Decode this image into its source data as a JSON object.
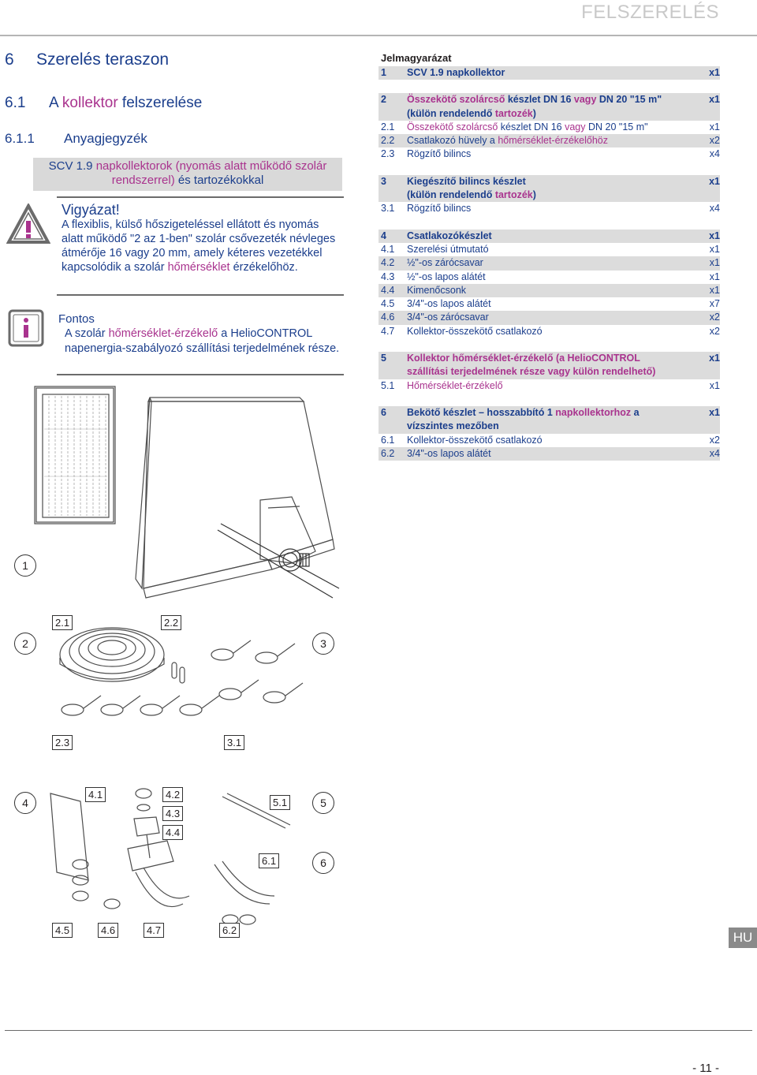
{
  "header": {
    "title": "FELSZERELÉS"
  },
  "section": {
    "num": "6",
    "title": "Szerelés teraszon"
  },
  "subsection": {
    "num": "6.1",
    "title_a": "A ",
    "title_b": "kollektor",
    "title_c": " felszerelése"
  },
  "subsubsection": {
    "num": "6.1.1",
    "title": "Anyagjegyzék"
  },
  "graybox": {
    "line1_a": "SCV 1.9 ",
    "line1_b": "napkollektorok (nyomás alatt működő szolár",
    "line2_a": "rendszerrel) ",
    "line2_b": "és tartozékokkal"
  },
  "warning": {
    "head": "Vigyázat!",
    "text_a": "A flexiblis, külső hőszigeteléssel ellátott és nyomás alatt működő \"2 az 1-ben\" szolár csővezeték névleges átmérője 16 vagy 20 mm, amely kéteres vezetékkel kapcsolódik a szolár ",
    "text_b": "hőmérséklet",
    "text_c": " érzékelőhöz."
  },
  "info": {
    "head": "Fontos",
    "text_a": "A szolár ",
    "text_b": "hőmérséklet-érzékelő",
    "text_c": " a HelioCONTROL napenergia-szabályozó szállítási terjedelmének része."
  },
  "legend": {
    "title": "Jelmagyarázat",
    "r1": {
      "n": "1",
      "t": "SCV 1.9 napkollektor",
      "q": "x1"
    },
    "r2": {
      "n": "2",
      "t_a": "Összekötő szolárcső",
      "t_b": " készlet DN 16 ",
      "t_c": "vagy",
      "t_d": " DN 20 \"15 m\"",
      "t2_a": "(külön rendelendő ",
      "t2_b": "tartozék",
      "t2_c": ")",
      "q": "x1"
    },
    "r21": {
      "n": "2.1",
      "t_a": "Összekötő szolárcső",
      "t_b": " készlet DN 16 ",
      "t_c": "vagy",
      "t_d": " DN 20 \"15 m\"",
      "q": "x1"
    },
    "r22": {
      "n": "2.2",
      "t_a": "Csatlakozó hüvely a ",
      "t_b": "hőmérséklet-érzékelőhöz",
      "q": "x2"
    },
    "r23": {
      "n": "2.3",
      "t": "Rögzítő bilincs",
      "q": "x4"
    },
    "r3": {
      "n": "3",
      "t": "Kiegészítő bilincs készlet",
      "t2_a": "(külön rendelendő ",
      "t2_b": "tartozék",
      "t2_c": ")",
      "q": "x1"
    },
    "r31": {
      "n": "3.1",
      "t": "Rögzítő bilincs",
      "q": "x4"
    },
    "r4": {
      "n": "4",
      "t": "Csatlakozókészlet",
      "q": "x1"
    },
    "r41": {
      "n": "4.1",
      "t": "Szerelési útmutató",
      "q": "x1"
    },
    "r42": {
      "n": "4.2",
      "t": "½\"-os zárócsavar",
      "q": "x1"
    },
    "r43": {
      "n": "4.3",
      "t": "½\"-os lapos alátét",
      "q": "x1"
    },
    "r44": {
      "n": "4.4",
      "t": "Kimenőcsonk",
      "q": "x1"
    },
    "r45": {
      "n": "4.5",
      "t": "3/4\"-os lapos alátét",
      "q": "x7"
    },
    "r46": {
      "n": "4.6",
      "t": "3/4\"-os zárócsavar",
      "q": "x2"
    },
    "r47": {
      "n": "4.7",
      "t": "Kollektor-összekötő csatlakozó",
      "q": "x2"
    },
    "r5": {
      "n": "5",
      "t_a": "Kollektor ",
      "t_b": "hőmérséklet-érzékelő",
      "t_c": " (a HelioCONTROL",
      "t2_a": "szállítási terjedelmének része vagy külön ",
      "t2_b": "rendelhető",
      "t2_c": ")",
      "q": "x1"
    },
    "r51": {
      "n": "5.1",
      "t": "Hőmérséklet-érzékelő",
      "q": "x1"
    },
    "r6": {
      "n": "6",
      "t_a": "Bekötő készlet – hosszabbító 1 ",
      "t_b": "napkollektorhoz",
      "t_c": " a",
      "t2": "vízszintes mezőben",
      "q": "x1"
    },
    "r61": {
      "n": "6.1",
      "t": "Kollektor-összekötő csatlakozó",
      "q": "x2"
    },
    "r62": {
      "n": "6.2",
      "t": "3/4\"-os lapos alátét",
      "q": "x4"
    }
  },
  "callouts": {
    "c1": "1",
    "c2": "2",
    "c3": "3",
    "c4": "4",
    "c5": "5",
    "c6": "6",
    "t21": "2.1",
    "t22": "2.2",
    "t23": "2.3",
    "t31": "3.1",
    "t41": "4.1",
    "t42": "4.2",
    "t43": "4.3",
    "t44": "4.4",
    "t45": "4.5",
    "t46": "4.6",
    "t47": "4.7",
    "t51": "5.1",
    "t61": "6.1",
    "t62": "6.2"
  },
  "footer": {
    "lang": "HU",
    "page": "- 11 -"
  },
  "colors": {
    "blue": "#1b3e8c",
    "pink": "#a9338e",
    "gray": "#d9d9d9"
  }
}
